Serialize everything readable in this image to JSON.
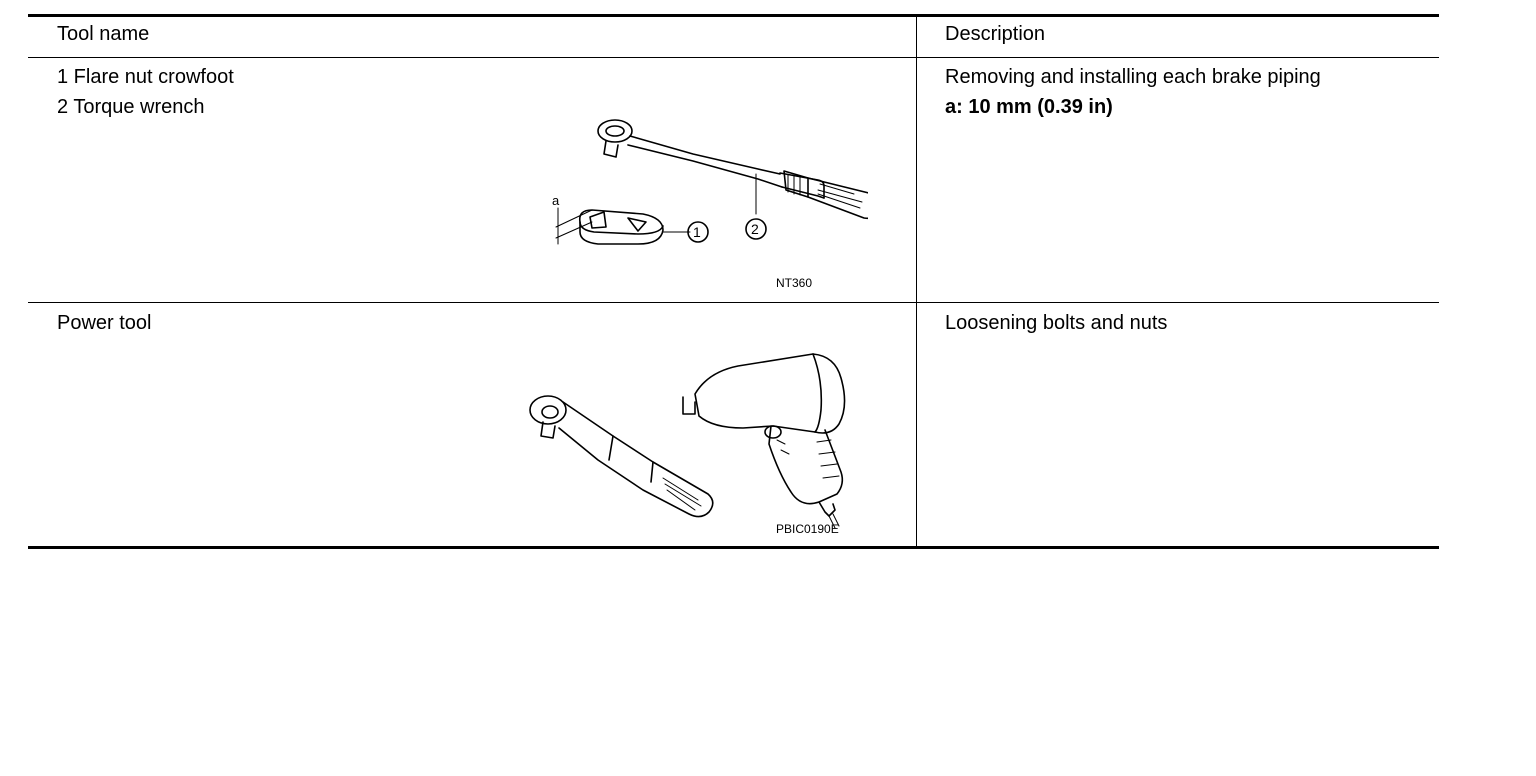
{
  "table": {
    "headers": {
      "tool_name": "Tool name",
      "description": "Description"
    },
    "rows": [
      {
        "tool_lines": [
          "1 Flare nut crowfoot",
          "2 Torque wrench"
        ],
        "description": "Removing and installing each brake piping",
        "description_bold": "a: 10 mm (0.39 in)",
        "figure": {
          "code": "NT360",
          "callout_1": "1",
          "callout_2": "2",
          "dimension_label": "a",
          "icons": [
            "flare-nut-crowfoot-icon",
            "torque-wrench-icon"
          ]
        }
      },
      {
        "tool_lines": [
          "Power tool"
        ],
        "description": "Loosening bolts and nuts",
        "figure": {
          "code": "PBIC0190E",
          "icons": [
            "air-ratchet-icon",
            "impact-wrench-icon"
          ]
        }
      }
    ]
  }
}
